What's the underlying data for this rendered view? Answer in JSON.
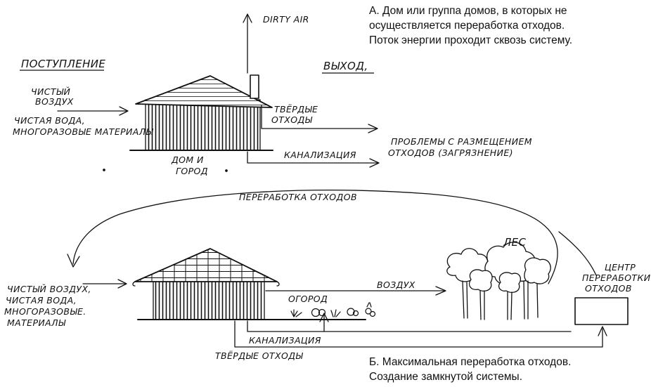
{
  "caption_a": {
    "line1": "А. Дом или группа домов, в которых не",
    "line2": "осуществляется переработка отходов.",
    "line3": "Поток энергии проходит сквозь систему."
  },
  "caption_b": {
    "line1": "Б. Максимальная переработка отходов.",
    "line2": "Создание замкнутой системы."
  },
  "diagram_a": {
    "input_heading": "ПОСТУПЛЕНИЕ",
    "output_heading": "ВЫХОД,",
    "dirty_air": "DIRTY AIR",
    "clean_air_1": "ЧИСТЫЙ",
    "clean_air_2": "ВОЗДУХ",
    "water_1": "ЧИСТАЯ ВОДА,",
    "water_2": "МНОГОРАЗОВЫЕ МАТЕРИАЛЫ",
    "solid_waste_1": "ТВЁРДЫЕ",
    "solid_waste_2": "ОТХОДЫ",
    "sewage": "КАНАЛИЗАЦИЯ",
    "problems_1": "ПРОБЛЕМЫ С РАЗМЕЩЕНИЕМ",
    "problems_2": "ОТХОДОВ (ЗАГРЯЗНЕНИЕ)",
    "house_1": "ДОМ И",
    "house_2": "ГОРОД"
  },
  "diagram_b": {
    "recycling": "ПЕРЕРАБОТКА ОТХОДОВ",
    "inputs_1": "ЧИСТЫЙ ВОЗДУХ,",
    "inputs_2": "ЧИСТАЯ ВОДА,",
    "inputs_3": "МНОГОРАЗОВЫЕ.",
    "inputs_4": "МАТЕРИАЛЫ",
    "garden": "ОГОРОД",
    "air": "ВОЗДУХ",
    "forest": "ЛЕС",
    "center_1": "ЦЕНТР",
    "center_2": "ПЕРЕРАБОТКИ",
    "center_3": "ОТХОДОВ",
    "sewage": "КАНАЛИЗАЦИЯ",
    "solid_waste": "ТВЁРДЫЕ ОТХОДЫ"
  }
}
